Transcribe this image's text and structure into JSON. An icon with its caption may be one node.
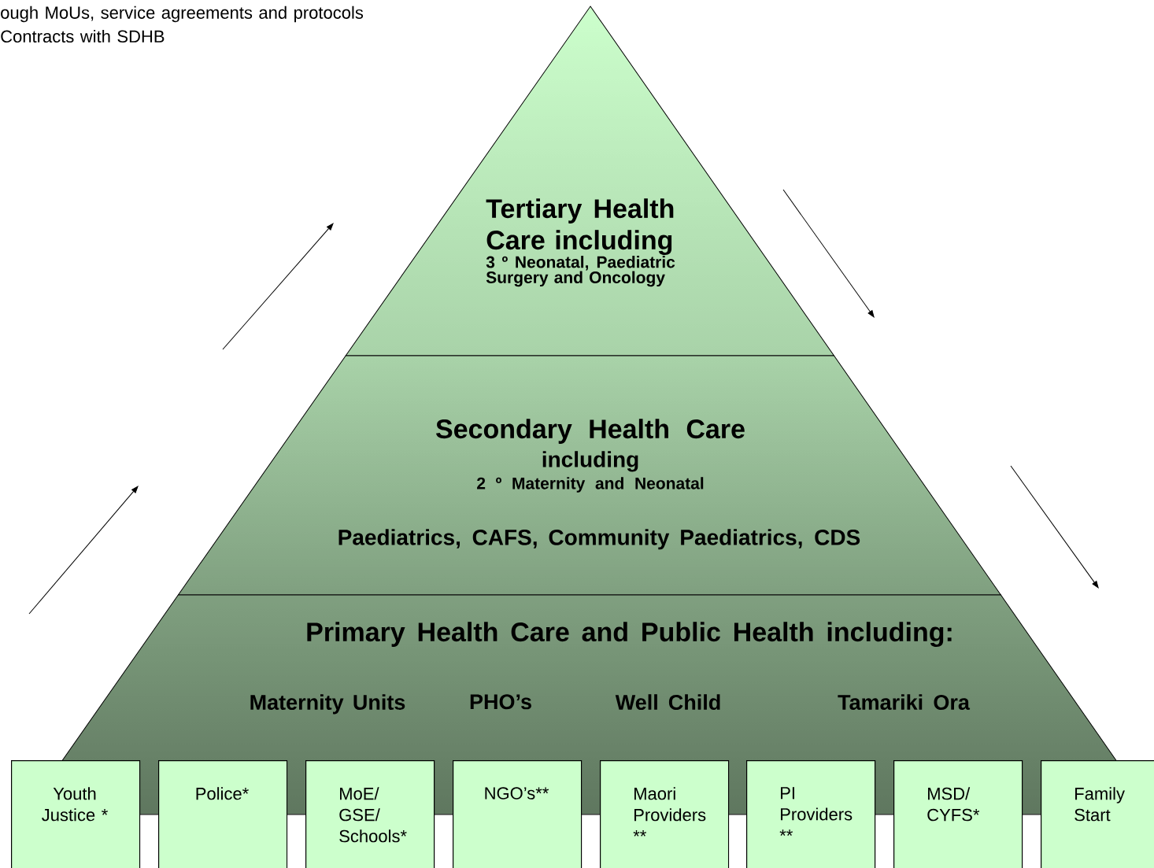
{
  "diagram": {
    "nodes": [
      {
        "text": [
          "Tertiary Health Care including",
          "3 º Neonatal, Paediatric Surgery and Oncology"
        ]
      },
      {
        "text": [
          "Secondary Health Care",
          "including",
          "2 º Maternity and Neonatal",
          "Paediatrics, CAFS, Community Paediatrics, CDS"
        ]
      },
      {
        "text": [
          "Primary Health Care and Public Health including:",
          "Maternity Units",
          "PHO’s",
          "Well Child",
          "Tamariki Ora"
        ]
      },
      {
        "text": [
          "Youth Justice *"
        ]
      },
      {
        "text": [
          "Police*"
        ]
      },
      {
        "text": [
          "MoE/ GSE/ Schools*"
        ]
      },
      {
        "text": [
          "NGO’s**"
        ]
      },
      {
        "text": [
          "Maori Providers **"
        ]
      },
      {
        "text": [
          "PI Providers **"
        ]
      },
      {
        "text": [
          "MSD/ CYFS*"
        ]
      },
      {
        "text": [
          "Family Start"
        ]
      }
    ],
    "edges": [],
    "labels": [
      "ough MoUs, service agreements and protocols",
      "Contracts with SDHB"
    ]
  }
}
